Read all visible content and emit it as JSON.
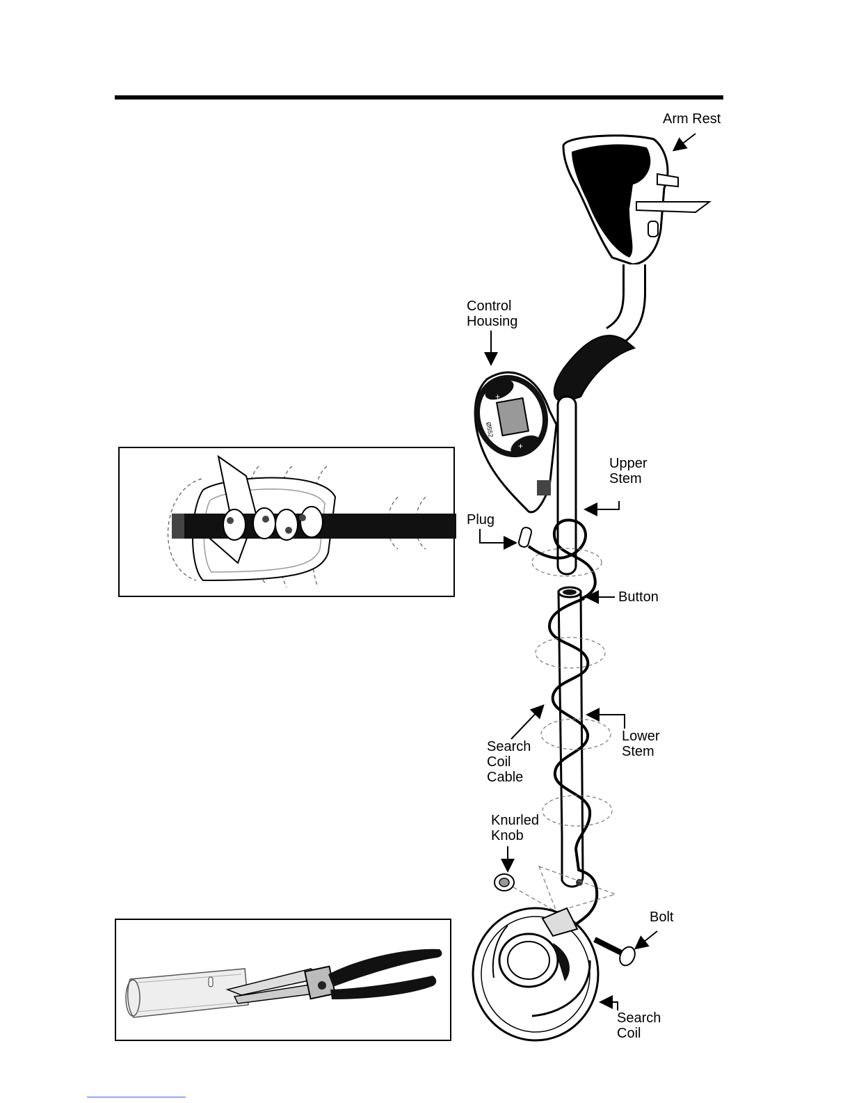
{
  "labels": {
    "arm_rest": "Arm Rest",
    "control_housing": "Control\nHousing",
    "upper_stem": "Upper\nStem",
    "plug": "Plug",
    "button": "Button",
    "search_coil_cable": "Search\nCoil\nCable",
    "lower_stem": "Lower\nStem",
    "knurled_knob": "Knurled\nKnob",
    "bolt": "Bolt",
    "search_coil": "Search\nCoil"
  },
  "control_housing_model": "Ø552",
  "colors": {
    "ink": "#000000",
    "paper": "#ffffff",
    "gray": "#8a8a8a",
    "light_gray": "#d9d9d9",
    "link_blue": "#3b5bff"
  }
}
